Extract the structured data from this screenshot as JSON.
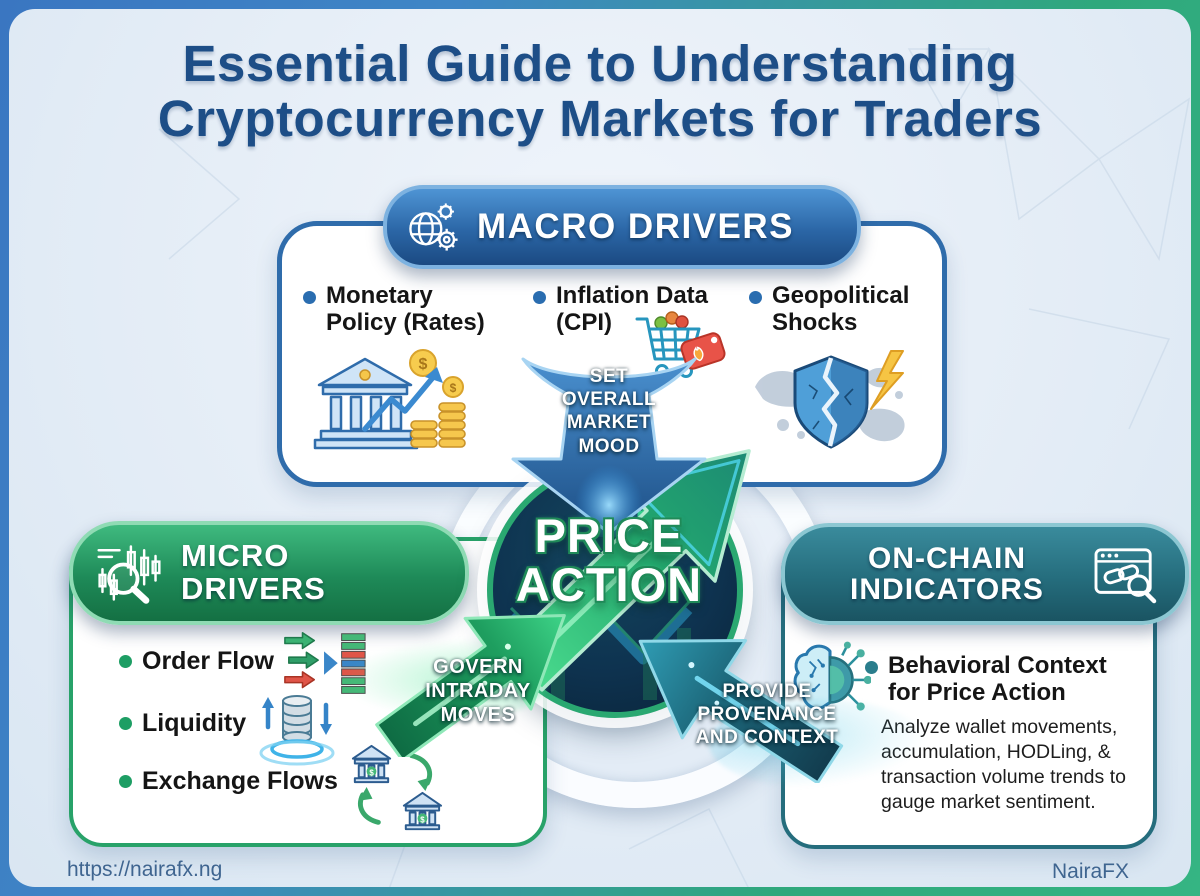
{
  "title": {
    "lines": [
      "Essential Guide to Understanding",
      "Cryptocurrency Markets for Traders"
    ]
  },
  "macro": {
    "header": "MACRO DRIVERS",
    "header_icon": "globe-gears-icon",
    "items": [
      {
        "lines": [
          "Monetary",
          "Policy (Rates)"
        ],
        "icon": "bank-growth-icon"
      },
      {
        "lines": [
          "Inflation Data",
          "(CPI)"
        ],
        "icon": "inflation-cart-icon"
      },
      {
        "lines": [
          "Geopolitical",
          "Shocks"
        ],
        "icon": "broken-shield-map-icon"
      }
    ],
    "arrow_lines": [
      "SET",
      "OVERALL",
      "MARKET",
      "MOOD"
    ]
  },
  "micro": {
    "header_lines": [
      "MICRO",
      "DRIVERS"
    ],
    "header_icon": "candlestick-magnifier-icon",
    "items": [
      {
        "label": "Order Flow",
        "icon": "order-flow-icon"
      },
      {
        "label": "Liquidity",
        "icon": "liquidity-icon"
      },
      {
        "label": "Exchange Flows",
        "icon": "exchange-flows-icon"
      }
    ],
    "arrow_lines": [
      "GOVERN",
      "INTRADAY",
      "MOVES"
    ]
  },
  "onchain": {
    "header_lines": [
      "ON-CHAIN",
      "INDICATORS"
    ],
    "header_icon": "browser-chainlink-magnifier-icon",
    "item": {
      "icon": "brain-network-icon",
      "title_lines": [
        "Behavioral Context",
        "for Price Action"
      ],
      "body": "Analyze wallet movements, accumulation, HODLing, & transaction volume trends to gauge market sentiment."
    },
    "arrow_lines": [
      "PROVIDE",
      "PROVENANCE",
      "AND CONTEXT"
    ]
  },
  "center": {
    "lines": [
      "PRICE",
      "ACTION"
    ]
  },
  "footer": {
    "url": "https://nairafx.ng",
    "brand": "NairaFX"
  },
  "colors": {
    "frame_gradient_start": "#3a76c1",
    "frame_gradient_end": "#35b583",
    "background": "#e6eef7",
    "title_navy": "#1d4e87",
    "macro_blue": "#2b66a6",
    "micro_green": "#1e8a58",
    "onchain_teal": "#256d7d",
    "price_ring_green": "#2aa871",
    "price_circle_navy": "#0e3350",
    "bullet_blue": "#2a6db0",
    "bullet_green": "#1d9e64",
    "bullet_teal": "#2a7d8c",
    "footer_text": "#3f6590"
  }
}
